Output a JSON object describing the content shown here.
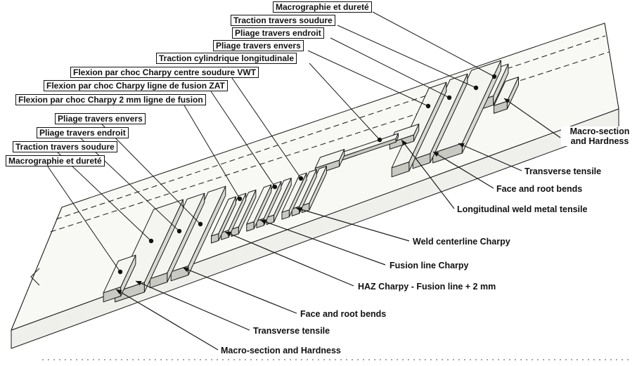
{
  "colors": {
    "line": "#1a1a1a",
    "plate_top": "#f8f8f5",
    "plate_side": "#ececе9",
    "plate_near": "#efefec",
    "plate_end": "#e4e4e0",
    "block_top": "#f4f4f0",
    "block_side": "#d9d9d3",
    "block_end": "#c9c9c3",
    "dot": "#111111",
    "artifact": "#888888"
  },
  "french_labels": [
    {
      "text": "Macrographie et dureté"
    },
    {
      "text": "Traction travers soudure"
    },
    {
      "text": "Pliage travers endroit"
    },
    {
      "text": "Pliage travers envers"
    },
    {
      "text": "Traction cylindrique longitudinale"
    },
    {
      "text": "Flexion par choc Charpy centre soudure VWT"
    },
    {
      "text": "Flexion par choc Charpy ligne de fusion ZAT"
    },
    {
      "text": "Flexion par choc Charpy 2 mm ligne de fusion"
    },
    {
      "text": "Pliage travers envers"
    },
    {
      "text": "Pliage travers endroit"
    },
    {
      "text": "Traction travers soudure"
    },
    {
      "text": "Macrographie et dureté"
    }
  ],
  "english_labels": [
    {
      "text": "Macro-section and Hardness"
    },
    {
      "text": "Transverse tensile"
    },
    {
      "text": "Face and root bends"
    },
    {
      "text": "Longitudinal weld metal tensile"
    },
    {
      "text": "Weld centerline Charpy"
    },
    {
      "text": "Fusion line Charpy"
    },
    {
      "text": "HAZ Charpy - Fusion line + 2 mm"
    },
    {
      "text": "Face and root bends"
    },
    {
      "text": "Transverse tensile"
    },
    {
      "text": "Macro-section and Hardness"
    }
  ]
}
